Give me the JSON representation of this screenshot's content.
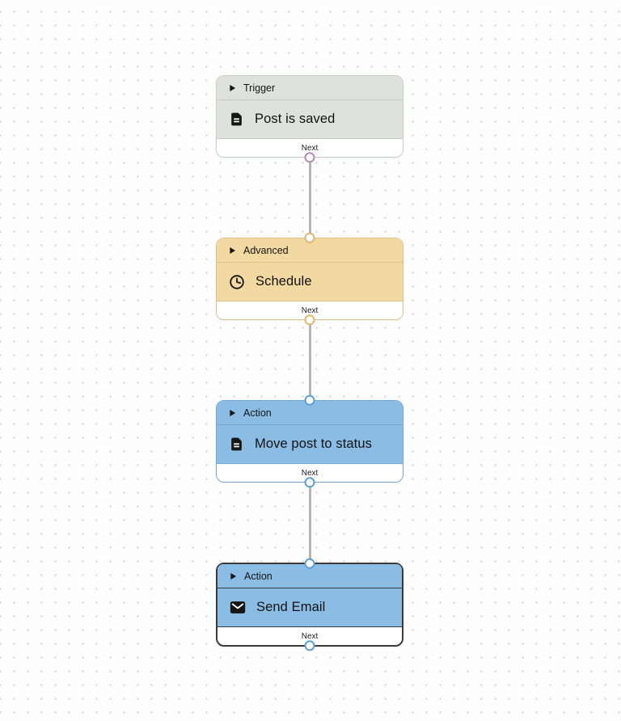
{
  "canvas": {
    "background_color": "#fdfdfd",
    "dot_color": "#d5d5d5",
    "edge_color": "#b5b5b5"
  },
  "nodes": [
    {
      "category": "Trigger",
      "title": "Post is saved",
      "icon": "file-text-icon",
      "footer_label": "Next",
      "selected": false,
      "colors": {
        "bg": "#dde3dc",
        "border": "#c6ccc6",
        "handle": "#b687b9"
      }
    },
    {
      "category": "Advanced",
      "title": "Schedule",
      "icon": "clock-icon",
      "footer_label": "Next",
      "selected": false,
      "colors": {
        "bg": "#f2d9a2",
        "border": "#dec189",
        "handle": "#dcb877"
      }
    },
    {
      "category": "Action",
      "title": "Move post to status",
      "icon": "file-text-icon",
      "footer_label": "Next",
      "selected": false,
      "colors": {
        "bg": "#8bbce4",
        "border": "#6fa6d6",
        "handle": "#5d9fd4"
      }
    },
    {
      "category": "Action",
      "title": "Send Email",
      "icon": "mail-icon",
      "footer_label": "Next",
      "selected": true,
      "colors": {
        "bg": "#8bbce4",
        "border": "#3a3a3a",
        "handle": "#5d9fd4"
      }
    }
  ],
  "edges": [
    {
      "from": "Post is saved",
      "to": "Schedule"
    },
    {
      "from": "Schedule",
      "to": "Move post to status"
    },
    {
      "from": "Move post to status",
      "to": "Send Email"
    }
  ]
}
